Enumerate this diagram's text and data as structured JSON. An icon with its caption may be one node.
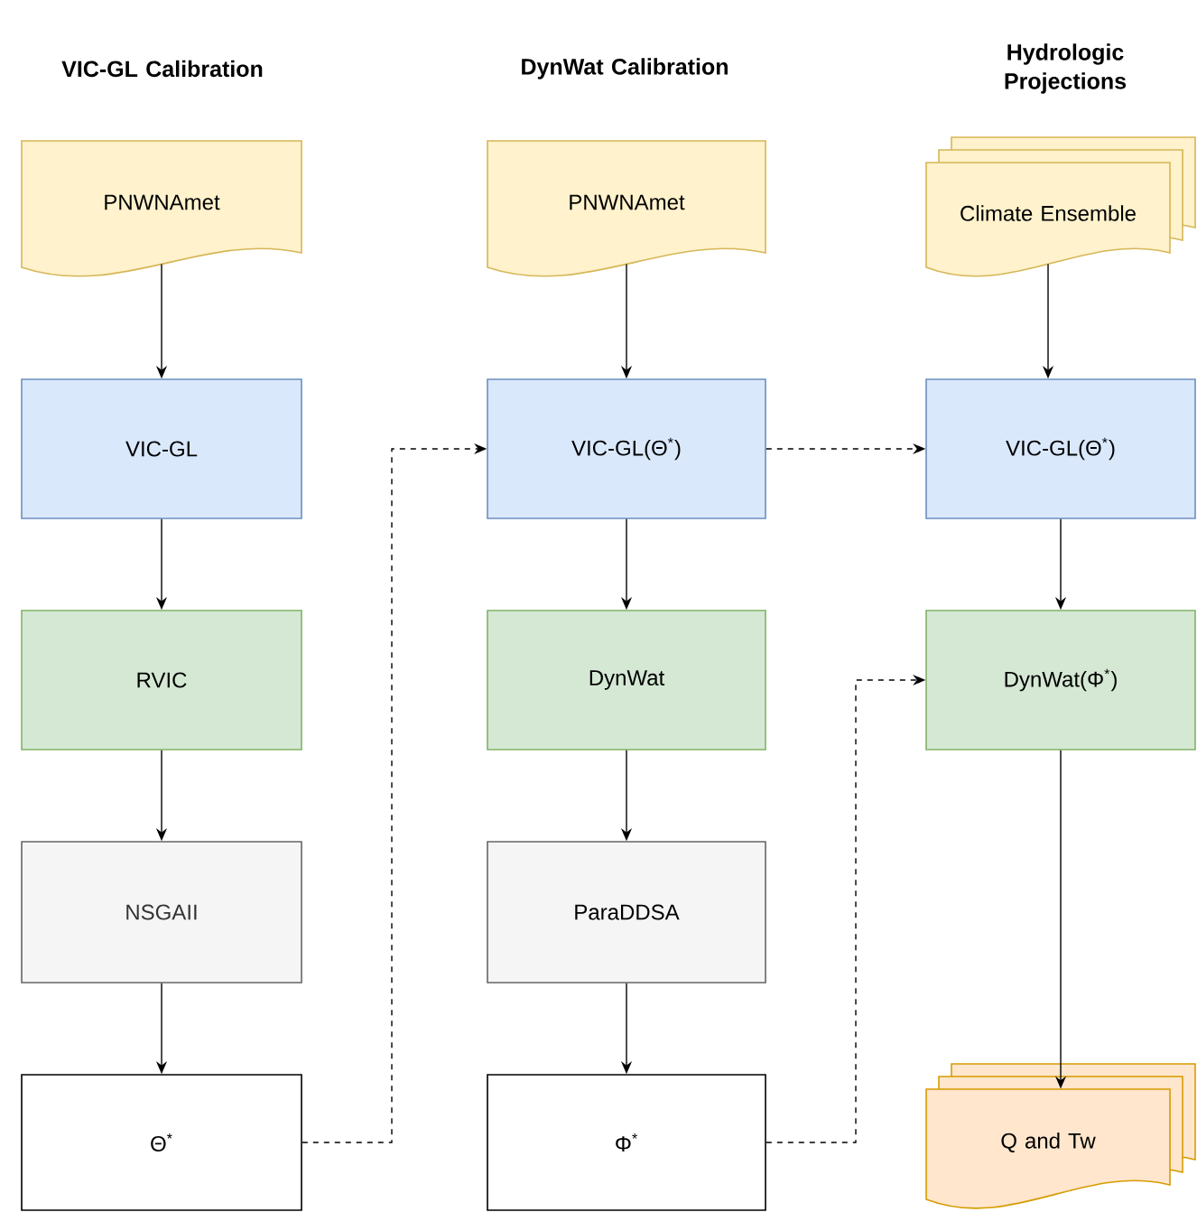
{
  "diagram": {
    "nodes": [
      {
        "text": [
          "PNWNAmet"
        ]
      },
      {
        "text": [
          "VIC-GL"
        ]
      },
      {
        "text": [
          "RVIC"
        ]
      },
      {
        "text": [
          "NSGAII"
        ]
      },
      {
        "text": [
          "Θ$^{*}$"
        ]
      },
      {
        "text": [
          "PNWNAmet"
        ]
      },
      {
        "text": [
          "VIC-GL(Θ$^{*}$)"
        ]
      },
      {
        "text": [
          "DynWat"
        ]
      },
      {
        "text": [
          "ParaDDSA"
        ]
      },
      {
        "text": [
          "Φ$^{*}$"
        ]
      },
      {
        "text": [
          "Climate Ensemble"
        ]
      },
      {
        "text": [
          "VIC-GL(Θ$^{*}$)"
        ]
      },
      {
        "text": [
          "DynWat(Φ$^{*}$)"
        ]
      },
      {
        "text": [
          "Q and Tw"
        ]
      }
    ],
    "edges": [
      {
        "from": 0,
        "to": 1,
        "arrow": "to"
      },
      {
        "from": 1,
        "to": 2,
        "arrow": "to"
      },
      {
        "from": 2,
        "to": 3,
        "arrow": "to"
      },
      {
        "from": 3,
        "to": 4,
        "arrow": "to"
      },
      {
        "from": 4,
        "to": 6,
        "arrow": "to",
        "style": "dashed"
      },
      {
        "from": 5,
        "to": 6,
        "arrow": "to"
      },
      {
        "from": 6,
        "to": 7,
        "arrow": "to"
      },
      {
        "from": 7,
        "to": 8,
        "arrow": "to"
      },
      {
        "from": 8,
        "to": 9,
        "arrow": "to"
      },
      {
        "from": 6,
        "to": 11,
        "arrow": "to",
        "style": "dashed"
      },
      {
        "from": 9,
        "to": 12,
        "arrow": "to",
        "style": "dashed"
      },
      {
        "from": 10,
        "to": 11,
        "arrow": "to"
      },
      {
        "from": 11,
        "to": 12,
        "arrow": "to"
      },
      {
        "from": 12,
        "to": 13,
        "arrow": "to"
      }
    ],
    "labels": [
      "VIC-GL Calibration",
      "DynWat Calibration",
      "Hydrologic Projections"
    ]
  }
}
